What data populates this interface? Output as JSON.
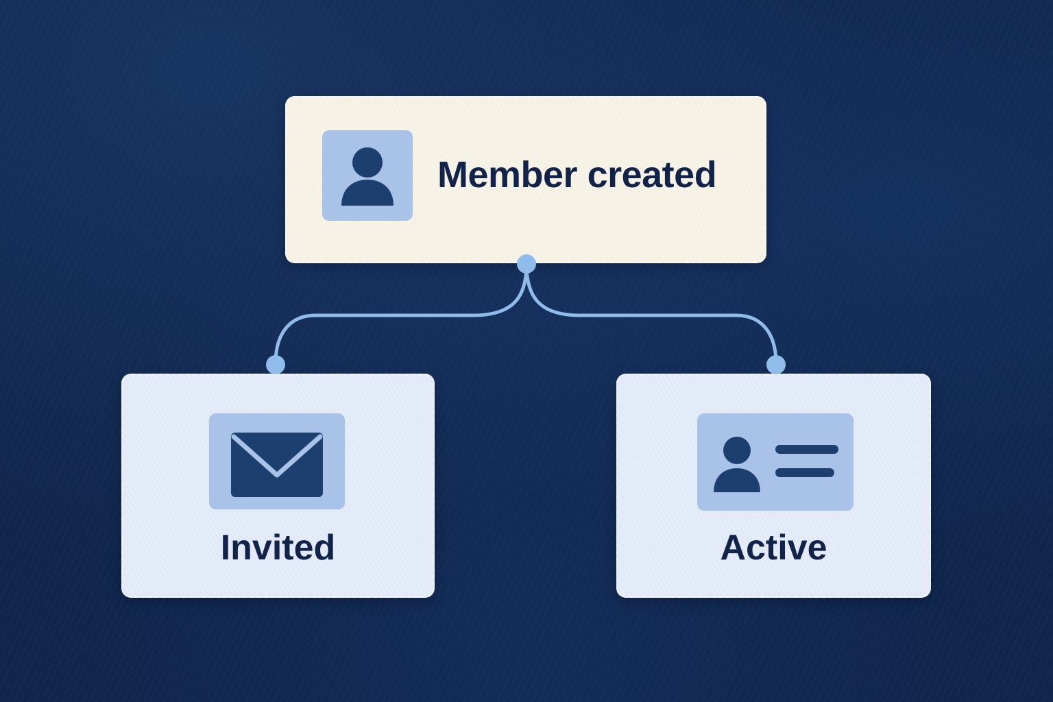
{
  "diagram": {
    "nodes": [
      {
        "id": "member-created",
        "label": "Member created",
        "icon": "user-icon"
      },
      {
        "id": "invited",
        "label": "Invited",
        "icon": "envelope-icon"
      },
      {
        "id": "active",
        "label": "Active",
        "icon": "id-card-icon"
      }
    ],
    "edges": [
      {
        "from": "member-created",
        "to": "invited"
      },
      {
        "from": "member-created",
        "to": "active"
      }
    ]
  },
  "colors": {
    "background": "#10264d",
    "top_node_fill": "#f7f3e6",
    "child_node_fill": "#e3ecf8",
    "icon_tile": "#a8c2e8",
    "icon_glyph": "#1d3f70",
    "connector": "#8fbcea",
    "text": "#12234a"
  }
}
